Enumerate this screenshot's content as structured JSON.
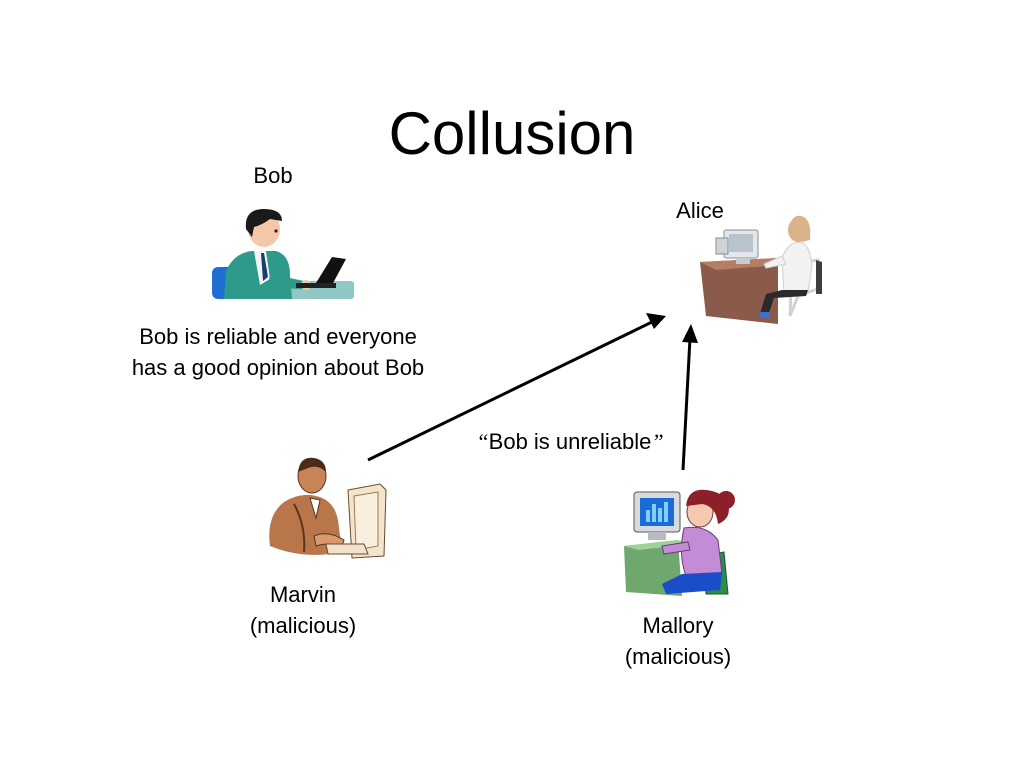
{
  "slide": {
    "title": "Collusion"
  },
  "people": {
    "bob": {
      "name": "Bob",
      "note_line1": "Bob is reliable and everyone",
      "note_line2": "has a good opinion about Bob"
    },
    "alice": {
      "name": "Alice"
    },
    "marvin": {
      "name": "Marvin",
      "role": "(malicious)"
    },
    "mallory": {
      "name": "Mallory",
      "role": "(malicious)"
    }
  },
  "message": {
    "open_quote": "“",
    "text": "Bob is unreliable",
    "close_quote": "”"
  }
}
